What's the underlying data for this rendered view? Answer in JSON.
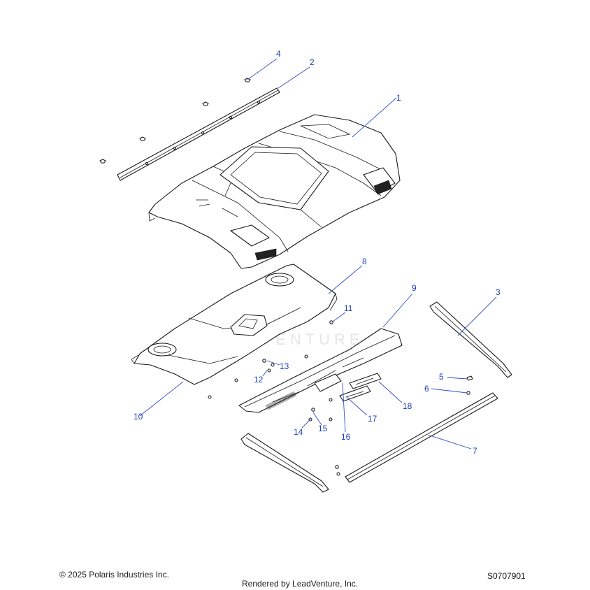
{
  "callouts": {
    "c1": "1",
    "c2": "2",
    "c3": "3",
    "c4": "4",
    "c5": "5",
    "c6": "6",
    "c7": "7",
    "c8": "8",
    "c9": "9",
    "c10": "10",
    "c11": "11",
    "c12": "12",
    "c13": "13",
    "c14": "14",
    "c15": "15",
    "c16": "16",
    "c17": "17",
    "c18": "18"
  },
  "watermark": {
    "text": "LEADVENTURE"
  },
  "footer": {
    "copyright": "© 2025 Polaris Industries Inc.",
    "rendered_by": "Rendered by LeadVenture, Inc.",
    "diagram_id": "S0707901"
  },
  "colors": {
    "callout": "#1f3fb8",
    "leader": "#2b4fc7",
    "line_art": "#1a1a1a"
  }
}
